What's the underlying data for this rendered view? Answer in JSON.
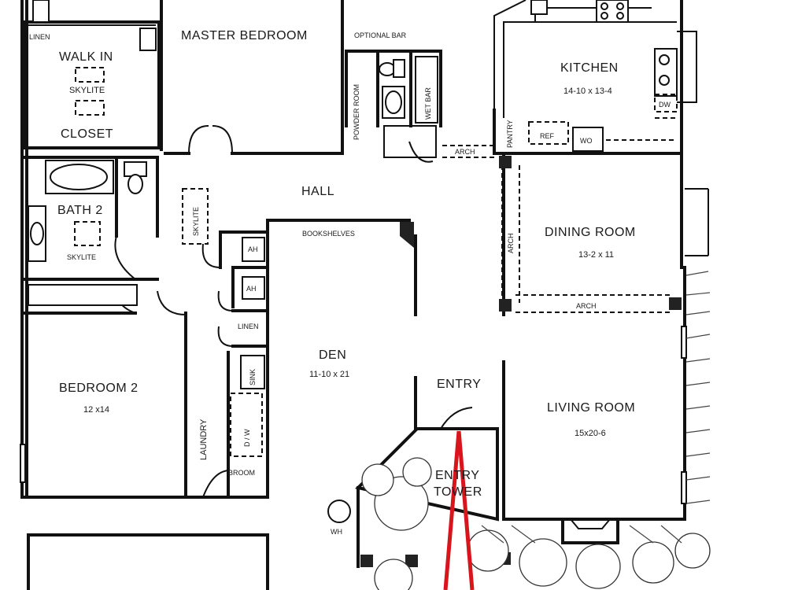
{
  "rooms": {
    "master_bedroom": {
      "name": "MASTER BEDROOM"
    },
    "walk_in_closet": {
      "name_top": "WALK IN",
      "name_bottom": "CLOSET",
      "skylite": "SKYLITE"
    },
    "linen_closet": {
      "name": "LINEN"
    },
    "optional_bar": {
      "name": "OPTIONAL BAR"
    },
    "powder_room": {
      "name": "POWDER ROOM"
    },
    "wet_bar": {
      "name": "WET BAR"
    },
    "kitchen": {
      "name": "KITCHEN",
      "dimensions": "14-10 x 13-4",
      "ref": "REF",
      "wo": "WO",
      "dw": "DW",
      "pantry": "PANTRY"
    },
    "hall": {
      "name": "HALL",
      "skylite": "SKYLITE",
      "arch": "ARCH"
    },
    "bath_2": {
      "name": "BATH 2",
      "skylite": "SKYLITE"
    },
    "dining_room": {
      "name": "DINING ROOM",
      "dimensions": "13-2 x 11",
      "arch_side": "ARCH",
      "arch_bottom": "ARCH"
    },
    "den": {
      "name": "DEN",
      "dimensions": "11-10 x 21",
      "bookshelves": "BOOKSHELVES"
    },
    "ah_1": {
      "name": "AH"
    },
    "ah_2": {
      "name": "AH"
    },
    "linen_2": {
      "name": "LINEN"
    },
    "entry": {
      "name": "ENTRY"
    },
    "living_room": {
      "name": "LIVING ROOM",
      "dimensions": "15x20-6"
    },
    "bedroom_2": {
      "name": "BEDROOM 2",
      "dimensions": "12 x14"
    },
    "laundry": {
      "name": "LAUNDRY",
      "sink": "SINK",
      "broom": "BROOM",
      "dryer_washer": "D / W"
    },
    "entry_tower": {
      "name_top": "ENTRY",
      "name_bottom": "TOWER"
    },
    "water_heater": {
      "name": "WH"
    }
  },
  "colors": {
    "line": "#111111",
    "background": "#ffffff",
    "marker": "#d8141c"
  }
}
